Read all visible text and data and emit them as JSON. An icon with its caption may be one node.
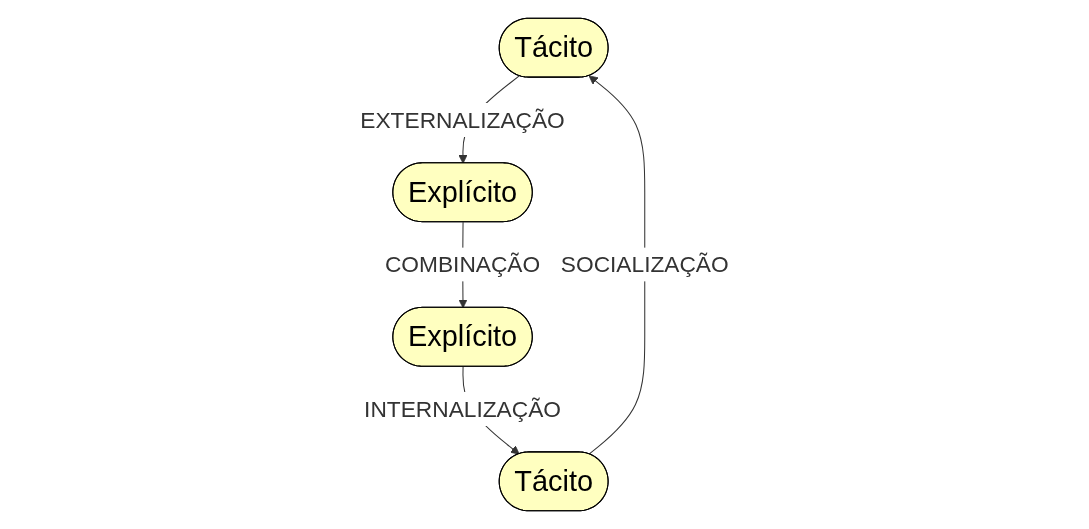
{
  "diagram": {
    "nodes": [
      {
        "text": [
          "Tácito"
        ]
      },
      {
        "text": [
          "Tácito"
        ]
      },
      {
        "text": [
          "Explícito"
        ]
      },
      {
        "text": [
          "Explícito"
        ]
      }
    ],
    "edges": [
      {
        "from": 1,
        "to": 0,
        "arrow": "to",
        "label": "SOCIALIZAÇÃO"
      },
      {
        "from": 0,
        "to": 2,
        "arrow": "to",
        "label": "EXTERNALIZAÇÃO"
      },
      {
        "from": 2,
        "to": 3,
        "arrow": "to",
        "label": "COMBINAÇÃO"
      },
      {
        "from": 3,
        "to": 1,
        "arrow": "to",
        "label": "INTERNALIZAÇÃO"
      }
    ]
  }
}
